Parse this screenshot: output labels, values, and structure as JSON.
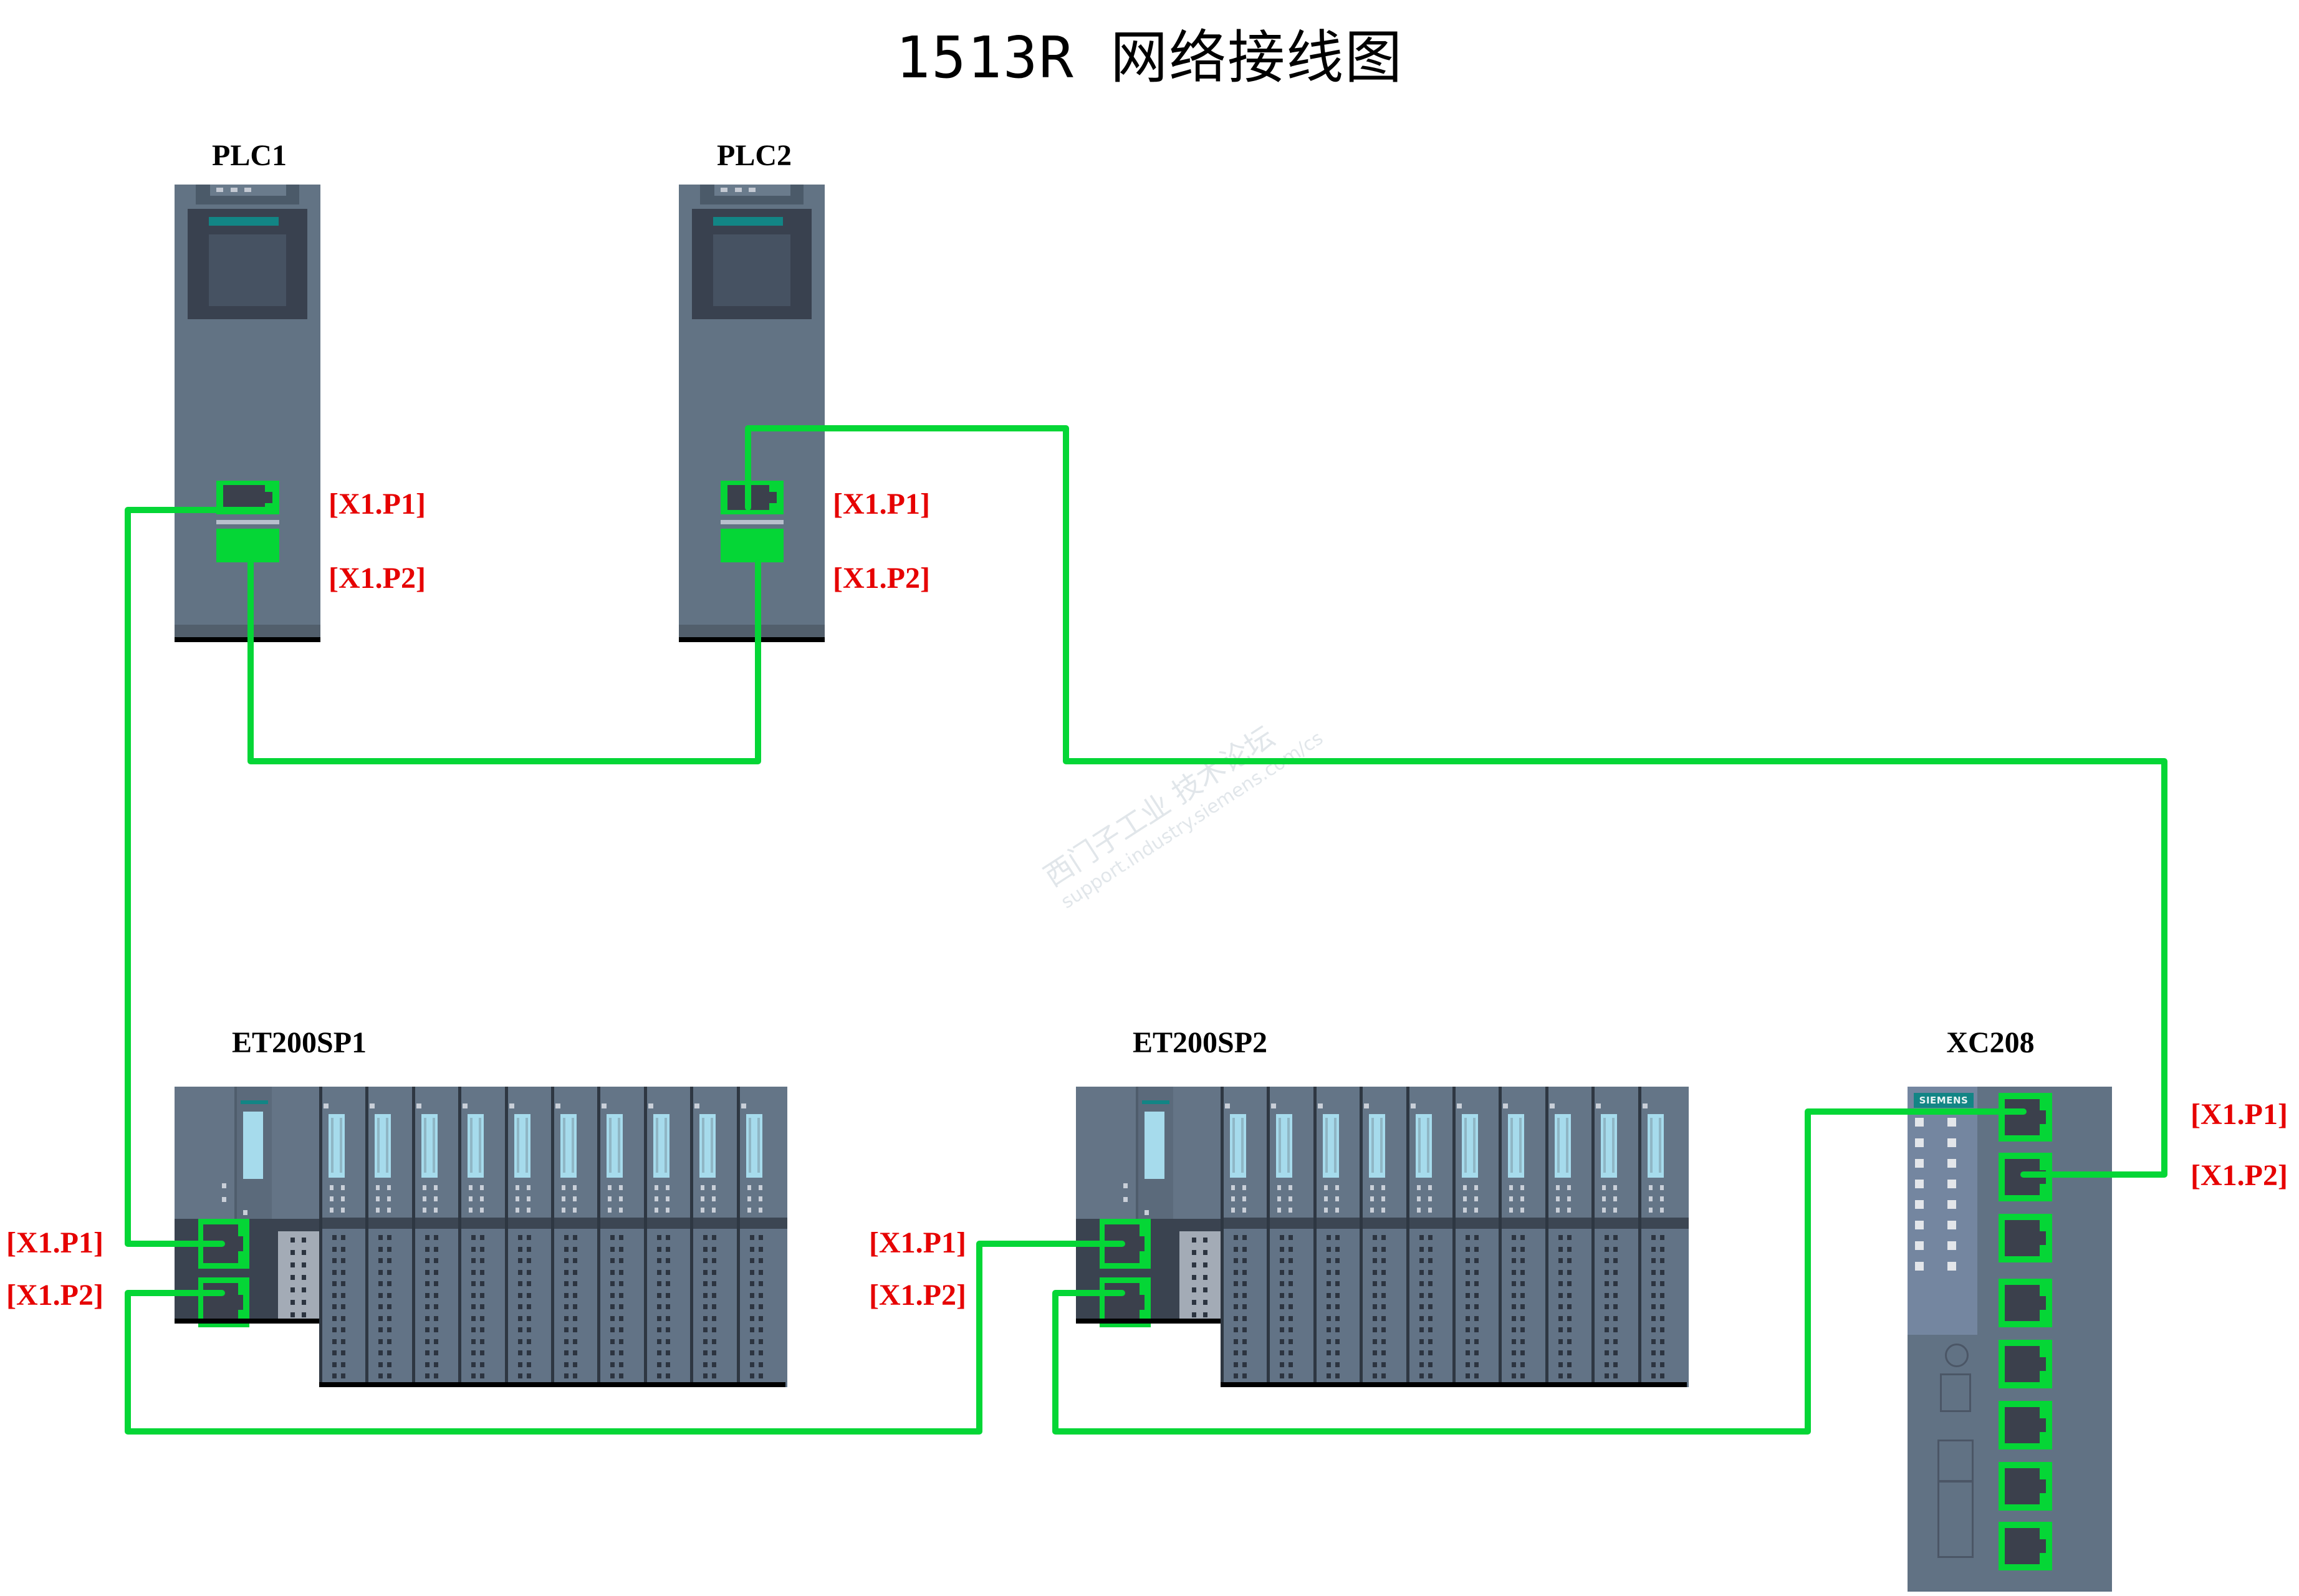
{
  "title": "1513R 网络接线图",
  "colors": {
    "cable": "#05d636",
    "port_label": "#e60000",
    "device_body": "#627384"
  },
  "devices": {
    "plc1": {
      "label": "PLC1",
      "ports": {
        "p1": "[X1.P1]",
        "p2": "[X1.P2]"
      }
    },
    "plc2": {
      "label": "PLC2",
      "ports": {
        "p1": "[X1.P1]",
        "p2": "[X1.P2]"
      }
    },
    "et200sp1": {
      "label": "ET200SP1",
      "module_count": 10,
      "ports": {
        "p1": "[X1.P1]",
        "p2": "[X1.P2]"
      }
    },
    "et200sp2": {
      "label": "ET200SP2",
      "module_count": 10,
      "ports": {
        "p1": "[X1.P1]",
        "p2": "[X1.P2]"
      }
    },
    "xc208": {
      "label": "XC208",
      "brand": "SIEMENS",
      "port_count": 8,
      "ports": {
        "p1": "[X1.P1]",
        "p2": "[X1.P2]"
      }
    }
  },
  "connections": [
    {
      "from": "PLC1 [X1.P2]",
      "to": "PLC2 [X1.P2]"
    },
    {
      "from": "PLC2 [X1.P1]",
      "to": "XC208 [X1.P2]"
    },
    {
      "from": "PLC1 [X1.P1]",
      "to": "ET200SP1 [X1.P1]"
    },
    {
      "from": "ET200SP1 [X1.P2]",
      "to": "ET200SP2 [X1.P1]"
    },
    {
      "from": "ET200SP2 [X1.P2]",
      "to": "XC208 [X1.P1]"
    }
  ],
  "watermark": {
    "line1": "西门子工业 技术论坛",
    "line2": "support.industry.siemens.com/cs"
  }
}
